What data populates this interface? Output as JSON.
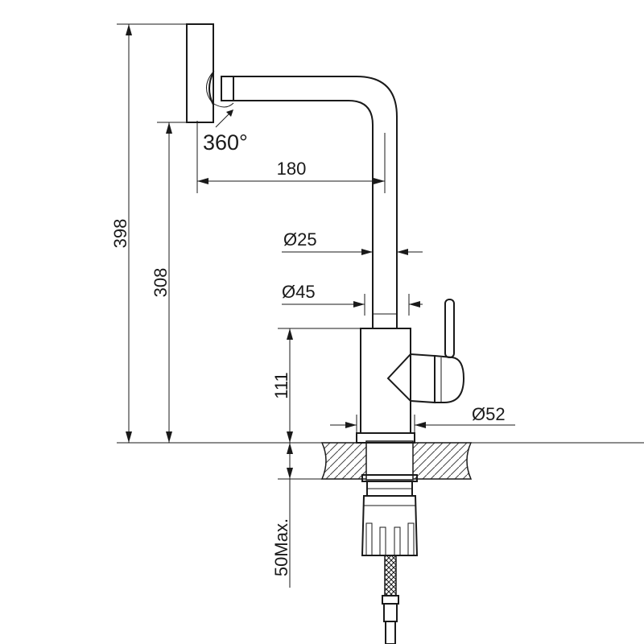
{
  "dimensions": {
    "total_height": "398",
    "spout_height": "308",
    "body_height": "111",
    "max_counter_thickness": "50Max.",
    "spout_reach": "180",
    "spout_diameter": "Ø25",
    "body_diameter": "Ø45",
    "base_diameter": "Ø52"
  },
  "rotation_label": "360°"
}
